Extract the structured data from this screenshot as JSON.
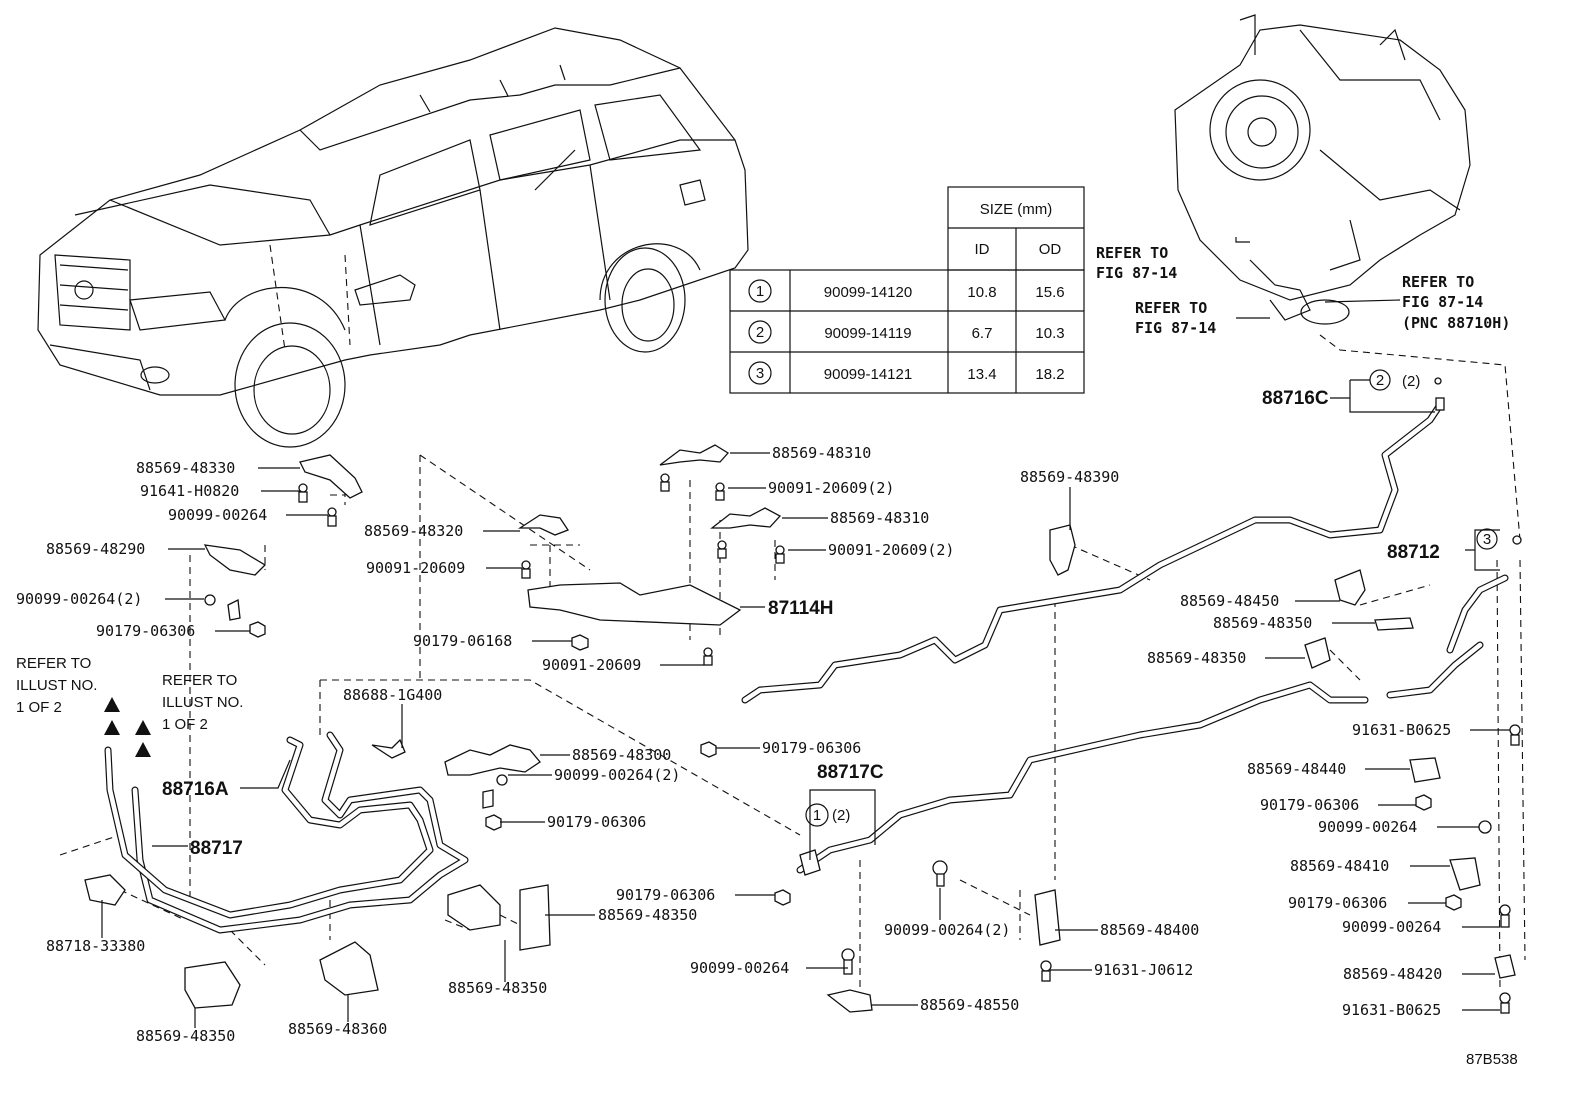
{
  "figure_code": "87B538",
  "size_table": {
    "header_group": "SIZE (mm)",
    "col_id": "ID",
    "col_od": "OD",
    "rows": [
      {
        "no": "1",
        "part": "90099-14120",
        "id": "10.8",
        "od": "15.6"
      },
      {
        "no": "2",
        "part": "90099-14119",
        "id": "6.7",
        "od": "10.3"
      },
      {
        "no": "3",
        "part": "90099-14121",
        "id": "13.4",
        "od": "18.2"
      }
    ]
  },
  "references": {
    "refer_to": "REFER TO",
    "fig_87_14": "FIG 87-14",
    "pnc": "(PNC 88710H)",
    "illust_l1": "REFER TO",
    "illust_l2": "ILLUST NO.",
    "illust_l3": "1 OF 2"
  },
  "callouts": {
    "circle_1": "1",
    "circle_2": "2",
    "circle_3": "3",
    "qty_2": "(2)"
  },
  "main_parts": {
    "p88716C": "88716C",
    "p88712": "88712",
    "p87114H": "87114H",
    "p88717C": "88717C",
    "p88716A": "88716A",
    "p88717": "88717"
  },
  "labels": {
    "l01": "88569-48330",
    "l02": "91641-H0820",
    "l03": "90099-00264",
    "l04": "88569-48290",
    "l05": "90099-00264(2)",
    "l06": "90179-06306",
    "l07": "88569-48310",
    "l08": "90091-20609(2)",
    "l09": "88569-48320",
    "l10": "88569-48310",
    "l11": "90091-20609(2)",
    "l12": "90091-20609",
    "l13": "90179-06168",
    "l14": "90091-20609",
    "l15": "88688-1G400",
    "l16": "88569-48300",
    "l17": "90099-00264(2)",
    "l18": "90179-06306",
    "l19": "90179-06306",
    "l20": "88569-48390",
    "l21": "88569-48450",
    "l22": "88569-48350",
    "l23": "88569-48350",
    "l24": "91631-B0625",
    "l25": "88569-48440",
    "l26": "90179-06306",
    "l27": "90099-00264",
    "l28": "88569-48410",
    "l29": "90179-06306",
    "l30": "90099-00264",
    "l31": "88569-48420",
    "l32": "91631-B0625",
    "l33": "90179-06306",
    "l34": "88569-48350",
    "l35": "88718-33380",
    "l36": "88569-48350",
    "l37": "88569-48360",
    "l38": "88569-48350",
    "l39": "90099-00264",
    "l40": "88569-48550",
    "l41": "90099-00264(2)",
    "l42": "88569-48400",
    "l43": "91631-J0612"
  }
}
